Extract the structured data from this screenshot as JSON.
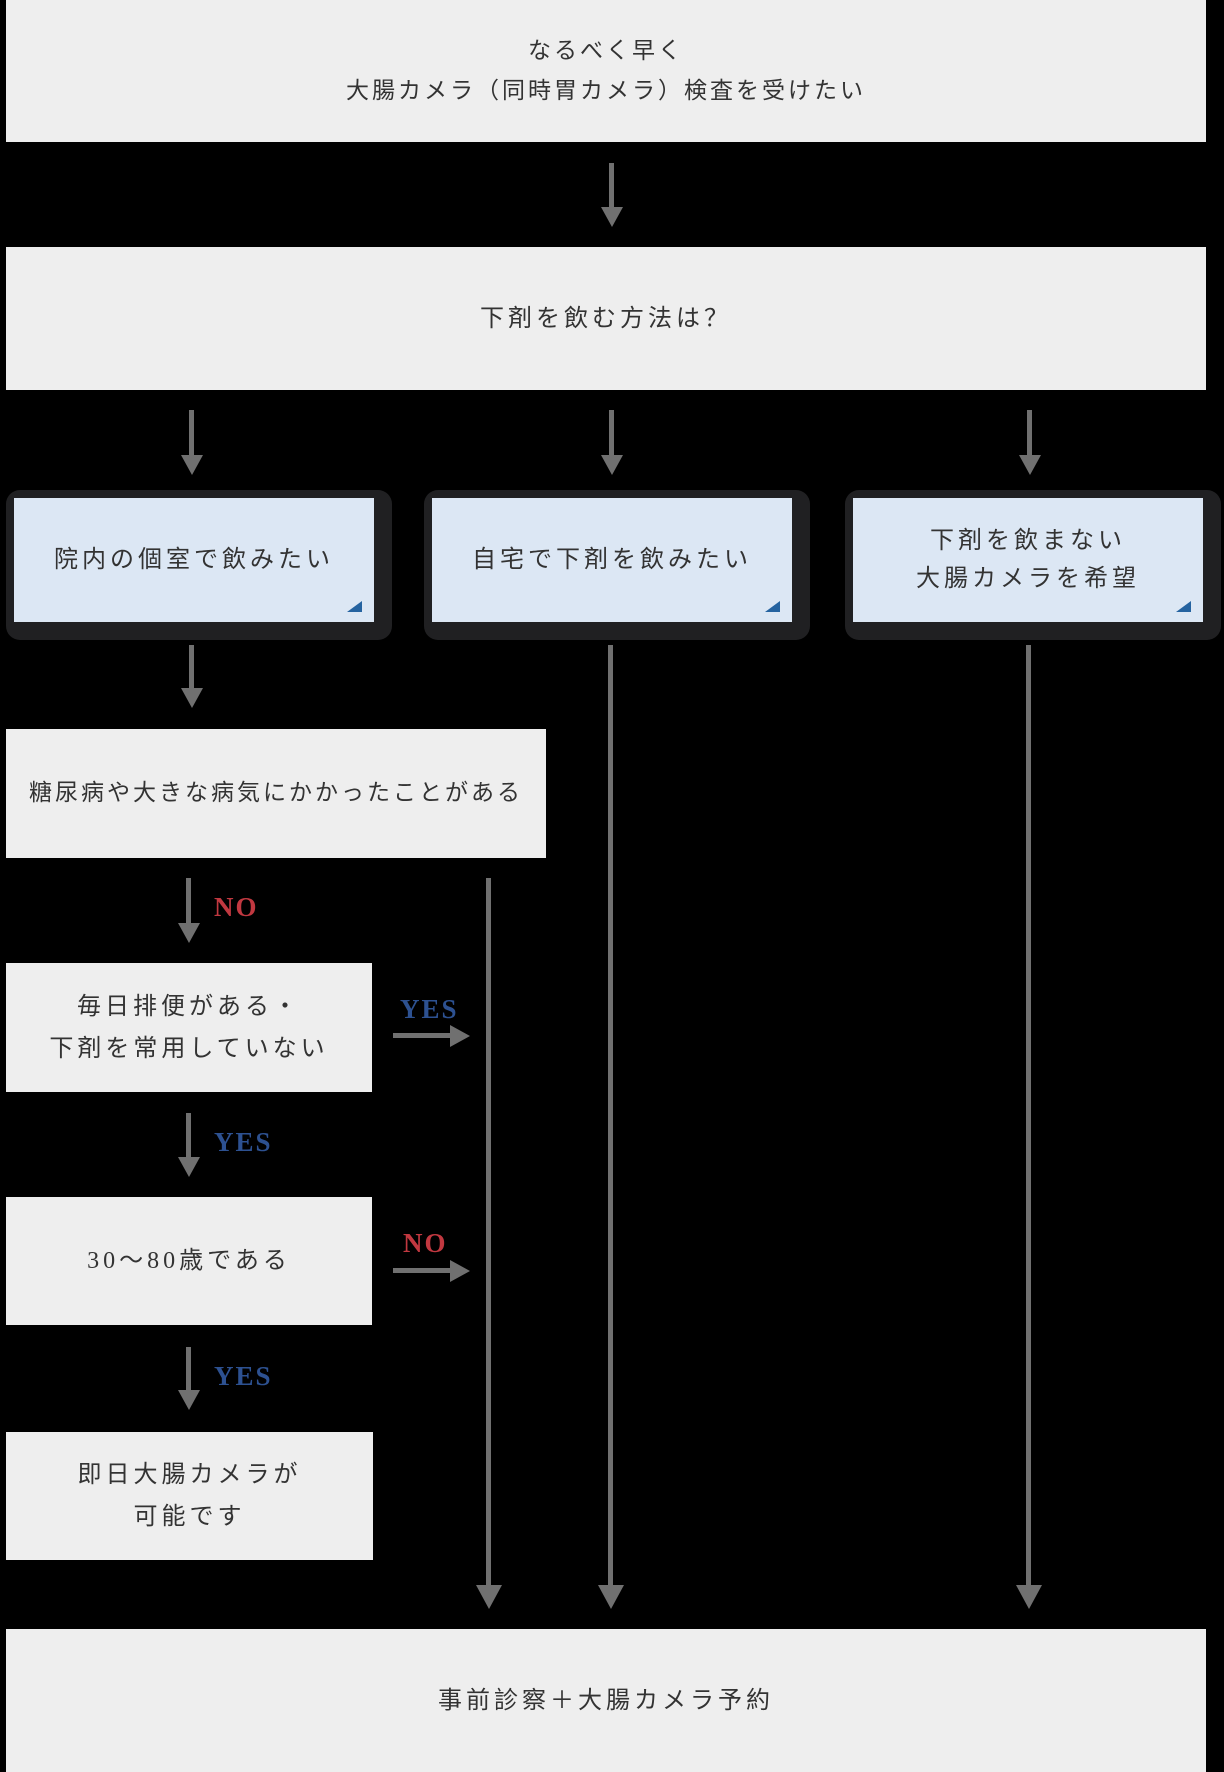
{
  "flow": {
    "start": {
      "line1": "なるべく早く",
      "line2": "大腸カメラ（同時胃カメラ）検査を受けたい"
    },
    "question": {
      "label": "下剤を飲む方法は？"
    },
    "options": {
      "clinic": {
        "label": "院内の個室で飲みたい"
      },
      "home": {
        "label": "自宅で下剤を飲みたい"
      },
      "no_laxative": {
        "line1": "下剤を飲まない",
        "line2": "大腸カメラを希望"
      }
    },
    "checks": {
      "disease": {
        "label": "糖尿病や大きな病気にかかったことがある"
      },
      "bowel": {
        "line1": "毎日排便がある・",
        "line2": "下剤を常用していない"
      },
      "age": {
        "label": "30〜80歳である"
      },
      "result": {
        "line1": "即日大腸カメラが",
        "line2": "可能です"
      }
    },
    "final": {
      "label": "事前診察＋大腸カメラ予約"
    },
    "edges": {
      "disease_no": "NO",
      "bowel_yes_bypass": "YES",
      "bowel_yes": "YES",
      "age_no": "NO",
      "age_yes": "YES"
    }
  },
  "colors": {
    "background": "#000000",
    "box_bg": "#eeeeee",
    "text": "#333333",
    "panel_blue": "#dce7f4",
    "frame_dark": "#202022",
    "triangle_blue": "#2563a0",
    "arrow_gray": "#707070",
    "yes_blue": "#2d5191",
    "no_red": "#c13840"
  }
}
